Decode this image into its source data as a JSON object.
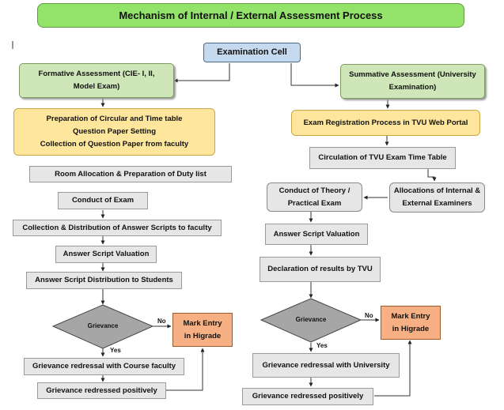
{
  "title": "Mechanism of Internal / External Assessment Process",
  "exam_cell": "Examination Cell",
  "left": {
    "formative": "Formative Assessment (CIE- I, II, Model Exam)",
    "preparation_lines": [
      "Preparation of Circular and Time table",
      "Question Paper Setting",
      "Collection of Question Paper from faculty"
    ],
    "room": "Room Allocation & Preparation of Duty list",
    "conduct": "Conduct of Exam",
    "collection": "Collection & Distribution of Answer Scripts to faculty",
    "valuation": "Answer Script Valuation",
    "distribution": "Answer Script Distribution to Students",
    "grievance": "Grievance",
    "no": "No",
    "yes": "Yes",
    "mark_entry": "Mark Entry in Higrade",
    "redressal": "Grievance redressal with Course faculty",
    "redressed": "Grievance redressed positively"
  },
  "right": {
    "summative": "Summative Assessment (University Examination)",
    "registration": "Exam Registration Process in TVU Web Portal",
    "circulation": "Circulation of TVU Exam Time Table",
    "conduct": "Conduct of Theory / Practical Exam",
    "allocations": "Allocations of Internal & External Examiners",
    "valuation": "Answer Script Valuation",
    "declaration": "Declaration of results by TVU",
    "grievance": "Grievance",
    "no": "No",
    "yes": "Yes",
    "mark_entry": "Mark Entry in Higrade",
    "redressal": "Grievance redressal with University",
    "redressed": "Grievance redressed positively"
  }
}
